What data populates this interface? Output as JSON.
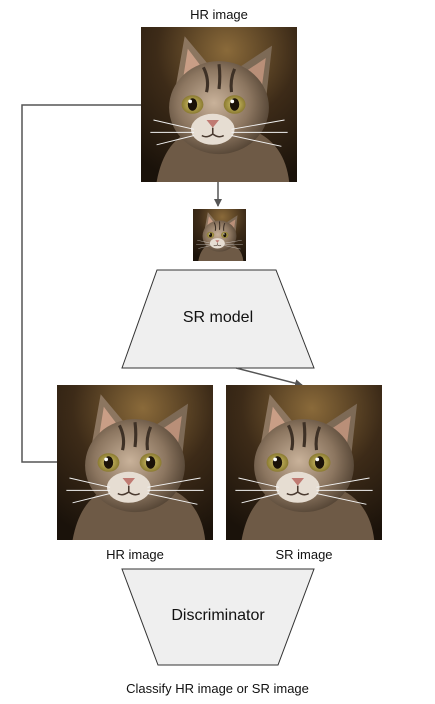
{
  "labels": {
    "hr_top": "HR image",
    "sr_model": "SR model",
    "hr_bottom": "HR image",
    "sr_bottom": "SR image",
    "discriminator": "Discriminator",
    "caption": "Classify HR image or SR image"
  },
  "images": {
    "hr_top": "cat-photo",
    "lr": "cat-photo",
    "hr_bottom": "cat-photo",
    "sr_bottom": "cat-photo"
  },
  "colors": {
    "shape_fill": "#efefef",
    "shape_stroke": "#333333",
    "line": "#555555"
  }
}
